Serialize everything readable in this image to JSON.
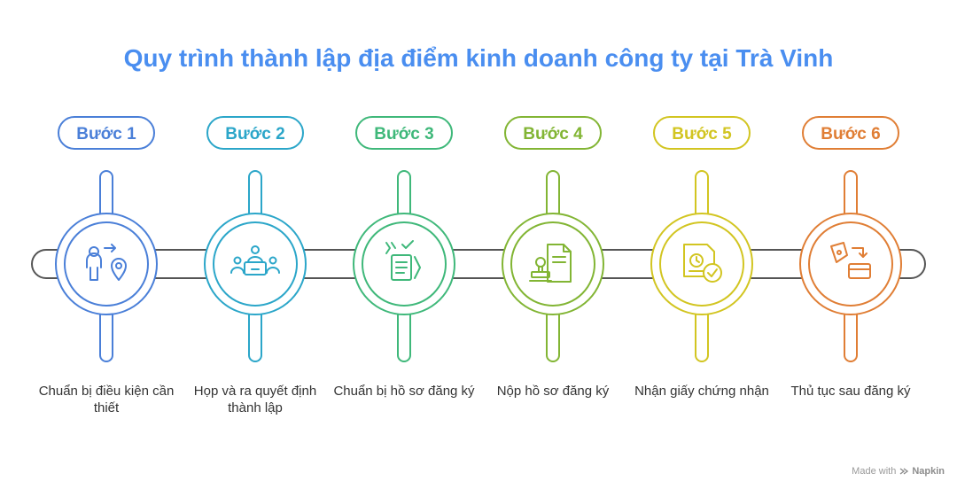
{
  "title": "Quy trình thành lập địa điểm kinh doanh công ty tại Trà Vinh",
  "steps": [
    {
      "label": "Bước 1",
      "caption": "Chuẩn bị điều kiện cần thiết",
      "color": "#4a7fd8",
      "icon": "person-location-icon"
    },
    {
      "label": "Bước 2",
      "caption": "Họp và ra quyết định thành lập",
      "color": "#2ba6c9",
      "icon": "meeting-icon"
    },
    {
      "label": "Bước 3",
      "caption": "Chuẩn bị hồ sơ đăng ký",
      "color": "#3fb87a",
      "icon": "checklist-document-icon"
    },
    {
      "label": "Bước 4",
      "caption": "Nộp hồ sơ đăng ký",
      "color": "#82b534",
      "icon": "document-stamp-icon"
    },
    {
      "label": "Bước 5",
      "caption": "Nhận giấy chứng nhận",
      "color": "#d2c521",
      "icon": "certificate-clock-icon"
    },
    {
      "label": "Bước 6",
      "caption": "Thủ tục sau đăng ký",
      "color": "#e07e35",
      "icon": "wallet-card-icon"
    }
  ],
  "footer": {
    "made_with": "Made with",
    "brand": "Napkin"
  }
}
